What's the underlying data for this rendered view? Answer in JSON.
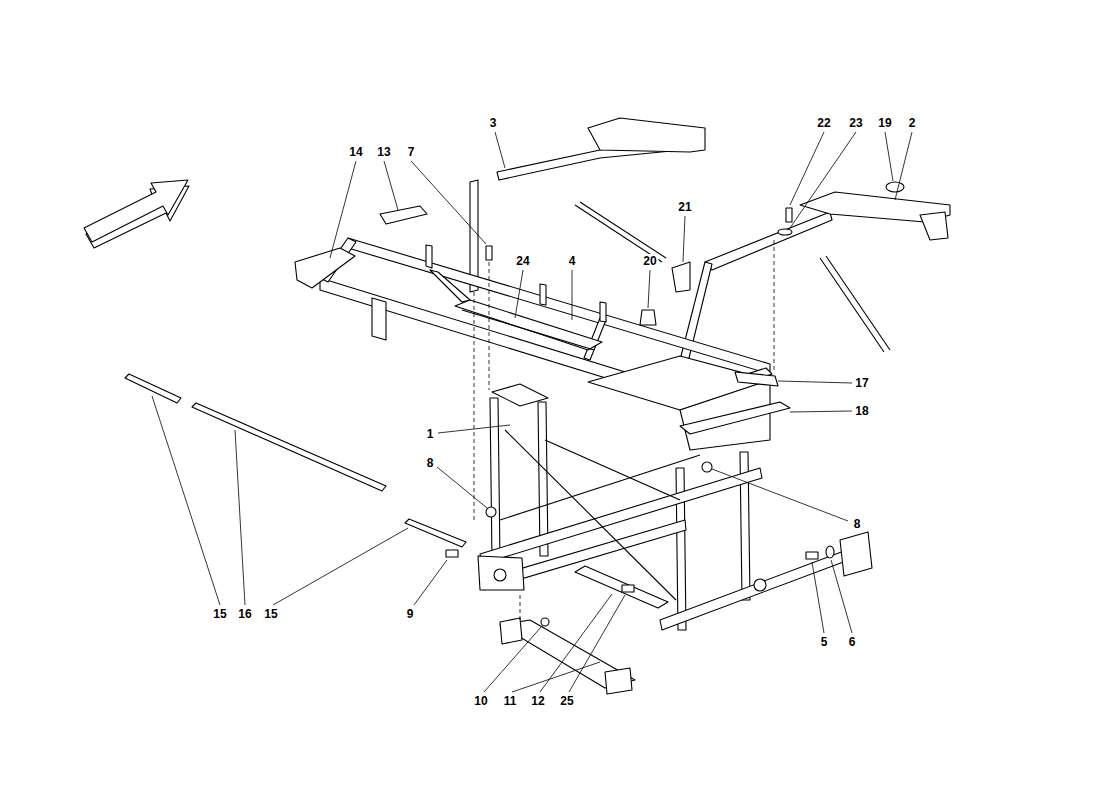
{
  "diagram": {
    "labels": [
      "3",
      "22",
      "23",
      "19",
      "2",
      "14",
      "13",
      "7",
      "21",
      "24",
      "4",
      "20",
      "17",
      "18",
      "1",
      "8",
      "8",
      "9",
      "15",
      "16",
      "15",
      "5",
      "6",
      "10",
      "11",
      "12",
      "25"
    ]
  }
}
